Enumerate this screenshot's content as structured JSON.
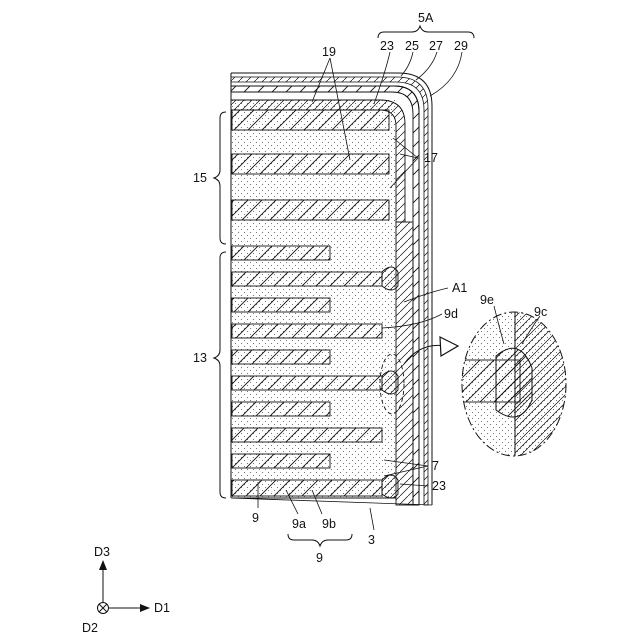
{
  "figure": {
    "labels": {
      "group_5A": "5A",
      "l23_top": "23",
      "l25": "25",
      "l27": "27",
      "l29": "29",
      "l19": "19",
      "l17": "17",
      "l15": "15",
      "l13": "13",
      "lA1": "A1",
      "l9d": "9d",
      "l9e": "9e",
      "l9c": "9c",
      "l7": "7",
      "l23_bottom": "23",
      "l9_left": "9",
      "l9a": "9a",
      "l9b": "9b",
      "l9_bottom": "9",
      "l3": "3"
    },
    "axes": {
      "d1": "D1",
      "d2": "D2",
      "d3": "D3"
    },
    "colors": {
      "line": "#111111",
      "background": "#ffffff"
    }
  }
}
